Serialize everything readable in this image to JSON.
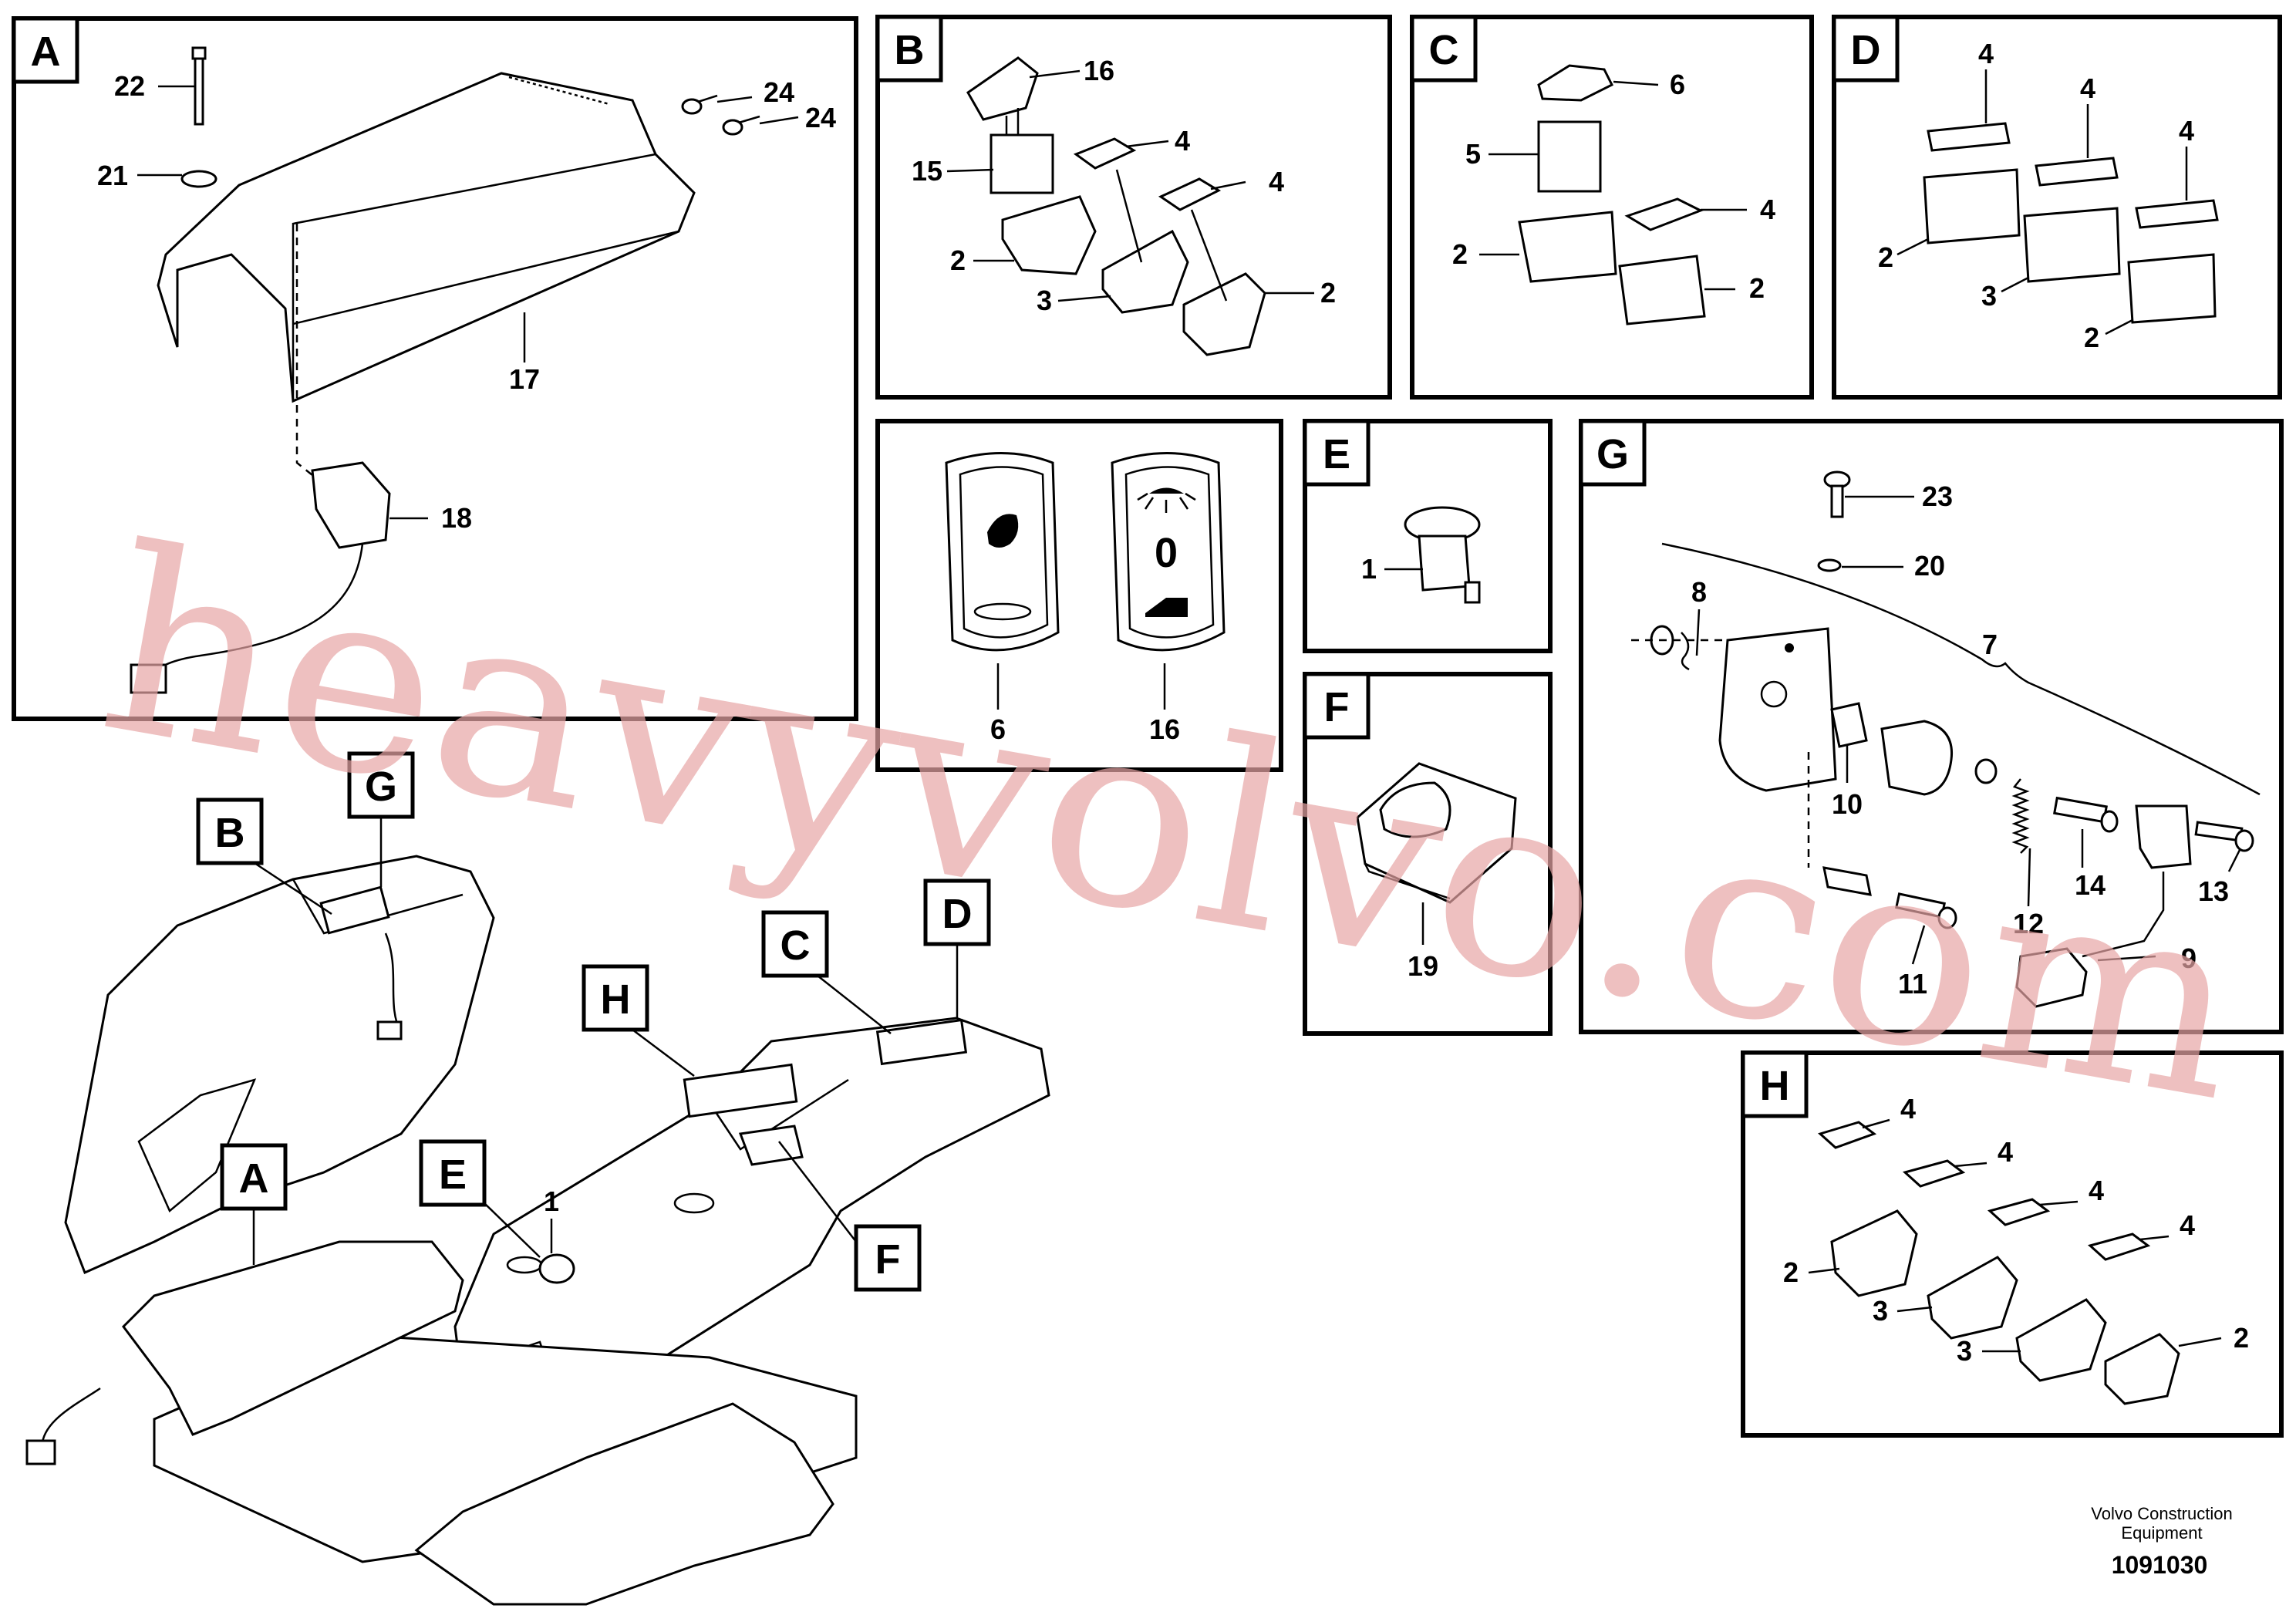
{
  "panels": {
    "A": {
      "tag": "A",
      "labels": [
        "22",
        "21",
        "24",
        "24",
        "17",
        "18"
      ]
    },
    "B": {
      "tag": "B",
      "labels": [
        "16",
        "15",
        "4",
        "4",
        "2",
        "3",
        "2"
      ]
    },
    "C": {
      "tag": "C",
      "labels": [
        "6",
        "5",
        "4",
        "2",
        "2"
      ]
    },
    "D": {
      "tag": "D",
      "labels": [
        "4",
        "4",
        "4",
        "2",
        "3",
        "2"
      ]
    },
    "switches": {
      "labels": [
        "6",
        "16"
      ],
      "symbol_zero": "0"
    },
    "E": {
      "tag": "E",
      "labels": [
        "1"
      ]
    },
    "F": {
      "tag": "F",
      "labels": [
        "19"
      ]
    },
    "G": {
      "tag": "G",
      "labels": [
        "23",
        "20",
        "8",
        "7",
        "10",
        "14",
        "13",
        "12",
        "9",
        "11"
      ]
    },
    "H": {
      "tag": "H",
      "labels": [
        "4",
        "4",
        "4",
        "4",
        "2",
        "3",
        "3",
        "2"
      ]
    }
  },
  "overview": {
    "tags": [
      "B",
      "G",
      "C",
      "D",
      "H",
      "A",
      "E",
      "F"
    ],
    "labels": [
      "1"
    ]
  },
  "footer": {
    "company_line1": "Volvo Construction",
    "company_line2": "Equipment",
    "drawing_number": "1091030"
  },
  "watermark": "heavyvolvo.com"
}
